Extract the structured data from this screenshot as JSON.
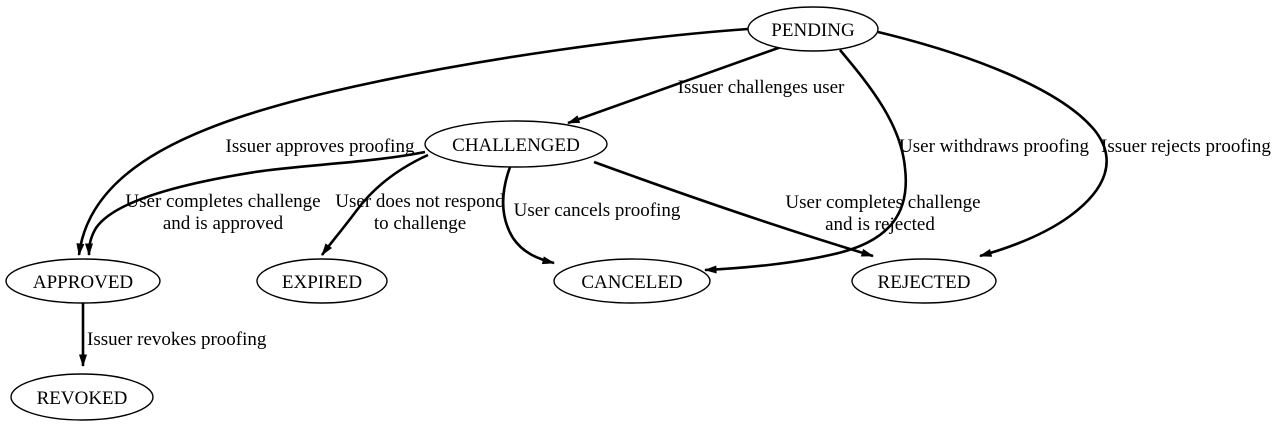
{
  "diagram": {
    "type": "state-machine",
    "colors": {
      "background": "#ffffff",
      "node_fill": "#ffffff",
      "stroke": "#000000",
      "text": "#000000"
    },
    "nodes": {
      "pending": {
        "label": "PENDING"
      },
      "challenged": {
        "label": "CHALLENGED"
      },
      "approved": {
        "label": "APPROVED"
      },
      "expired": {
        "label": "EXPIRED"
      },
      "canceled": {
        "label": "CANCELED"
      },
      "rejected": {
        "label": "REJECTED"
      },
      "revoked": {
        "label": "REVOKED"
      }
    },
    "edges": {
      "challenges": {
        "from": "PENDING",
        "to": "CHALLENGED",
        "label": "Issuer challenges user"
      },
      "approves": {
        "from": "PENDING",
        "to": "APPROVED",
        "label": "Issuer approves proofing"
      },
      "completes_approved": {
        "from": "CHALLENGED",
        "to": "APPROVED",
        "line1": "User completes challenge",
        "line2": "and is approved"
      },
      "not_respond": {
        "from": "CHALLENGED",
        "to": "EXPIRED",
        "line1": "User does not respond",
        "line2": "to challenge"
      },
      "cancels": {
        "from": "CHALLENGED",
        "to": "CANCELED",
        "label": "User cancels proofing"
      },
      "completes_rejected": {
        "from": "CHALLENGED",
        "to": "REJECTED",
        "line1": "User completes challenge",
        "line2": "and is rejected"
      },
      "withdraws": {
        "from": "PENDING",
        "to": "CANCELED",
        "label": "User withdraws proofing"
      },
      "rejects": {
        "from": "PENDING",
        "to": "REJECTED",
        "label": "Issuer rejects proofing"
      },
      "revokes": {
        "from": "APPROVED",
        "to": "REVOKED",
        "label": "Issuer revokes proofing"
      }
    }
  }
}
